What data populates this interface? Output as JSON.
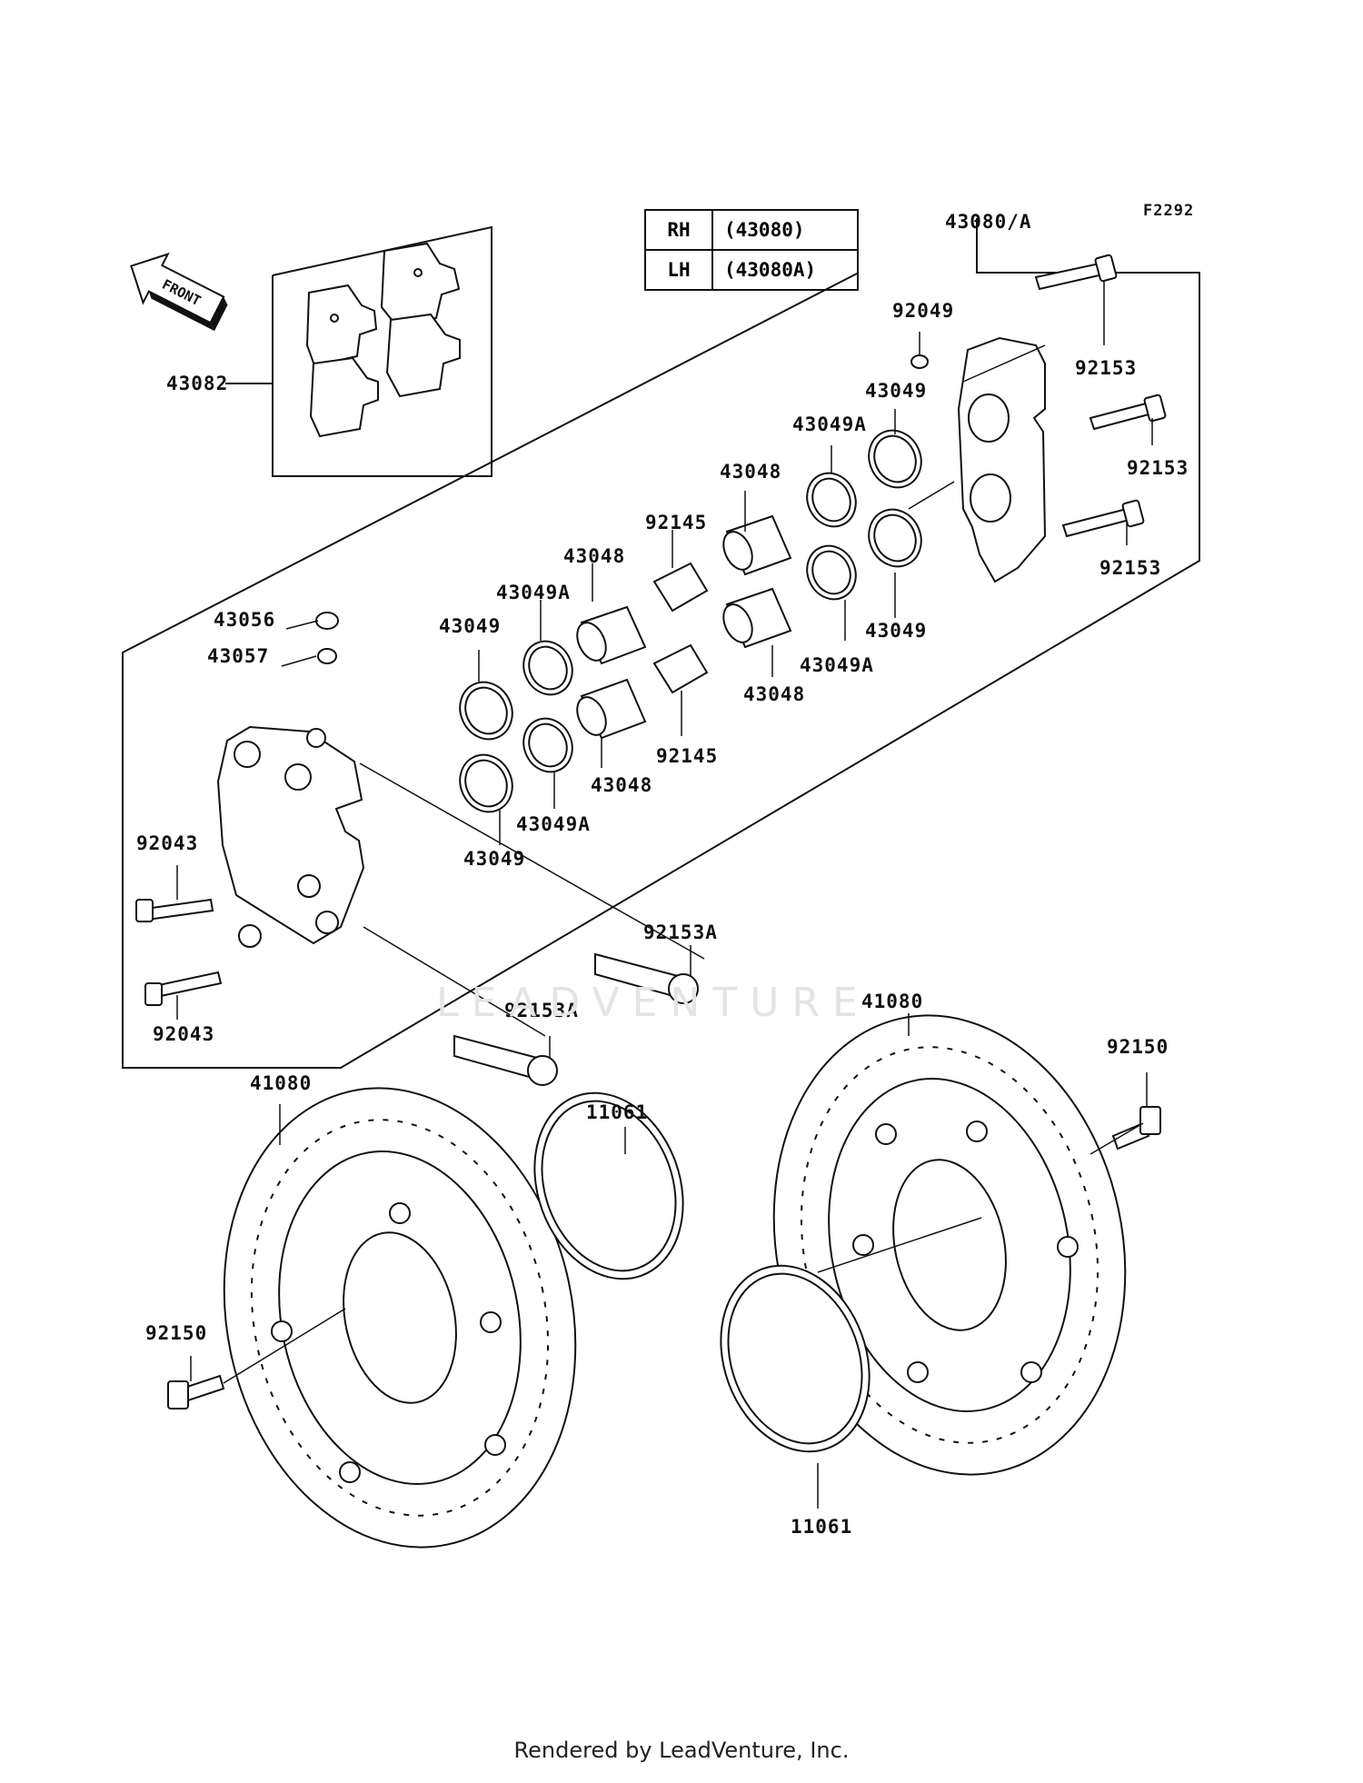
{
  "figure_code": "F2292",
  "watermark": "LEADVENTURE",
  "footer": "Rendered by LeadVenture, Inc.",
  "front_label": "FRONT",
  "side_table": {
    "rows": [
      {
        "side": "RH",
        "number": "(43080)"
      },
      {
        "side": "LH",
        "number": "(43080A)"
      }
    ]
  },
  "labels": {
    "assembly": "43080/A",
    "pads": "43082",
    "washer_top": "92049",
    "bolt_r1": "92153",
    "bolt_r2": "92153",
    "bolt_r3": "92153",
    "seal_r1": "43049",
    "seal_r2": "43049A",
    "piston_r1": "43048",
    "spring_1": "92145",
    "seal_l1": "43049A",
    "piston_l1": "43048",
    "seal_l2": "43049",
    "seal_r3": "43049",
    "seal_r4": "43049A",
    "piston_r2": "43048",
    "spring_2": "92145",
    "piston_l2": "43048",
    "seal_l3": "43049A",
    "seal_l4": "43049",
    "bleeder": "43056",
    "cap": "43057",
    "screw_1": "92043",
    "screw_2": "92043",
    "pin_1": "92153A",
    "pin_2": "92153A",
    "disc_left": "41080",
    "disc_right": "41080",
    "shim_left": "11061",
    "shim_right": "11061",
    "disc_bolt_right": "92150",
    "disc_bolt_left": "92150"
  }
}
